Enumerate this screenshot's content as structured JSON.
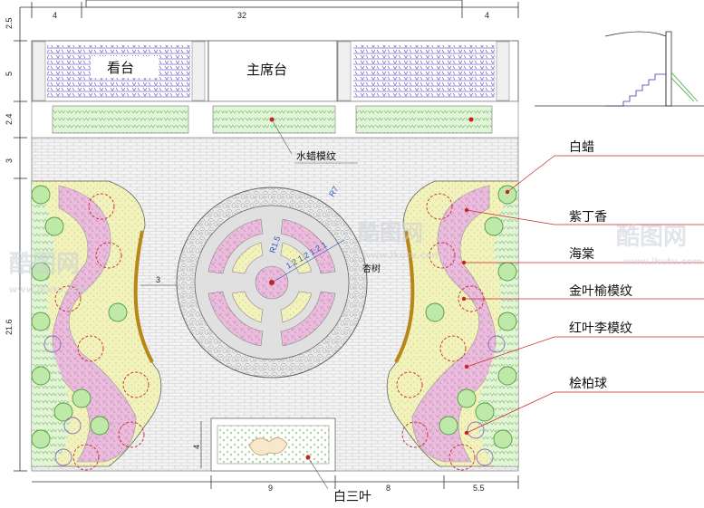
{
  "labels": {
    "stand": "看台",
    "main_stand": "主席台",
    "ash_pattern_label": "水蜡模纹",
    "apricot": "杏树",
    "clover": "白三叶"
  },
  "legend": [
    {
      "label": "白蜡"
    },
    {
      "label": "紫丁香"
    },
    {
      "label": "海棠"
    },
    {
      "label": "金叶榆模纹"
    },
    {
      "label": "红叶李模纹"
    },
    {
      "label": "桧柏球"
    }
  ],
  "dimensions": {
    "top_left": "4",
    "top_center": "32",
    "top_right": "4",
    "left_1": "2.5",
    "left_2": "5",
    "left_3": "2.4",
    "left_4": "3",
    "left_5": "21.6",
    "garden_gap": "3",
    "clover_height": "4",
    "bottom_1": "9",
    "bottom_2": "8",
    "bottom_3": "5.5"
  },
  "circle_dims": {
    "r7": "R7",
    "r15": "R1.5",
    "rings": "1.2 1.2 1.2 1"
  },
  "watermark": {
    "brand": "酷图网",
    "url": "www.ikutu.com"
  },
  "colors": {
    "pink": "#e7b3d7",
    "yellow": "#f0f0b5",
    "green": "#6ecb57",
    "paving": "#f2f2f2",
    "redline": "#d0262a"
  }
}
